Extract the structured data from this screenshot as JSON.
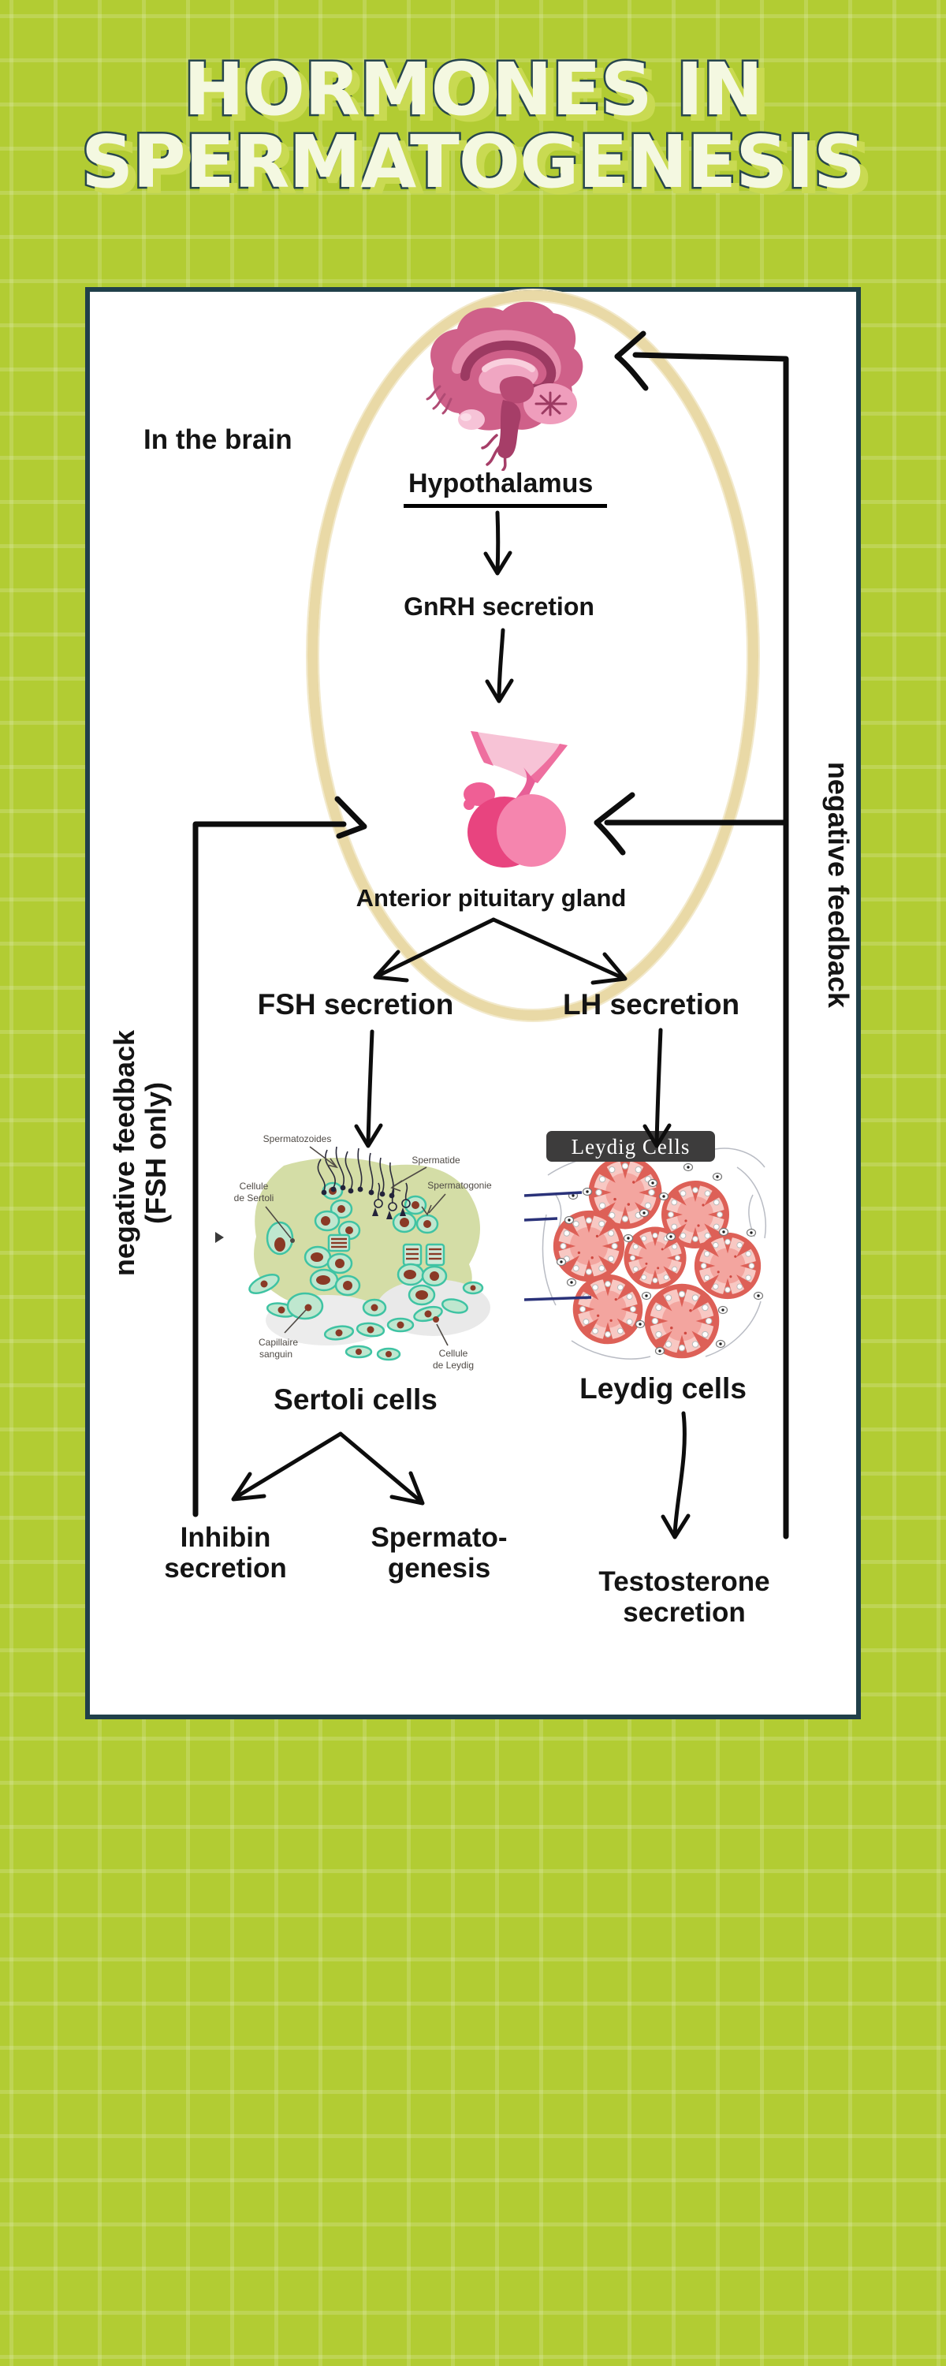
{
  "title": {
    "line1": "HORMONES IN",
    "line2": "SPERMATOGENESIS"
  },
  "brain_section": {
    "in_the_brain": "In the brain",
    "hypothalamus": "Hypothalamus",
    "gnrh": "GnRH secretion"
  },
  "pituitary_section": {
    "anterior": "Anterior pituitary gland",
    "fsh": "FSH secretion",
    "lh": "LH secretion"
  },
  "cells": {
    "sertoli": "Sertoli cells",
    "leydig": "Leydig cells"
  },
  "outputs": {
    "inhibin": "Inhibin\nsecretion",
    "spermatogenesis": "Spermato-\ngenesis",
    "testosterone": "Testosterone\nsecretion"
  },
  "feedback": {
    "right": "negative feedback",
    "left": "negative feedback\n(FSH only)"
  },
  "sertoli_illustration": {
    "spermatozoides": "Spermatozoides",
    "spermatide": "Spermatide",
    "spermatogonie": "Spermatogonie",
    "cellule_sertoli_line1": "Cellule",
    "cellule_sertoli_line2": "de Sertoli",
    "capillaire_line1": "Capillaire",
    "capillaire_line2": "sanguin",
    "cellule_leydig_line1": "Cellule",
    "cellule_leydig_line2": "de Leydig"
  },
  "leydig_illustration": {
    "box_label": "Leydig Cells"
  },
  "palette": {
    "background_green": "#b2cc33",
    "grid_line_green": "#c3d75a",
    "panel_border": "#20404a",
    "title_fill": "#f4f8e1",
    "title_outline": "#27464d",
    "title_shadow": "#c9da52",
    "arrow_black": "#0d0d0d",
    "gold_ring": "#e9d9a6",
    "brain_pink": "#cf6089",
    "pituitary_pink": "#f585ae",
    "sertoli_cell_green": "#bfe7cf",
    "sertoli_outline_teal": "#3fc3a3",
    "nucleus_brown": "#8a3a26",
    "leydig_salmon": "#f3a59f",
    "leydig_border_red": "#dd6057",
    "leydig_label_bg": "#3d3c3c",
    "pointer_blue": "#2a3279"
  }
}
